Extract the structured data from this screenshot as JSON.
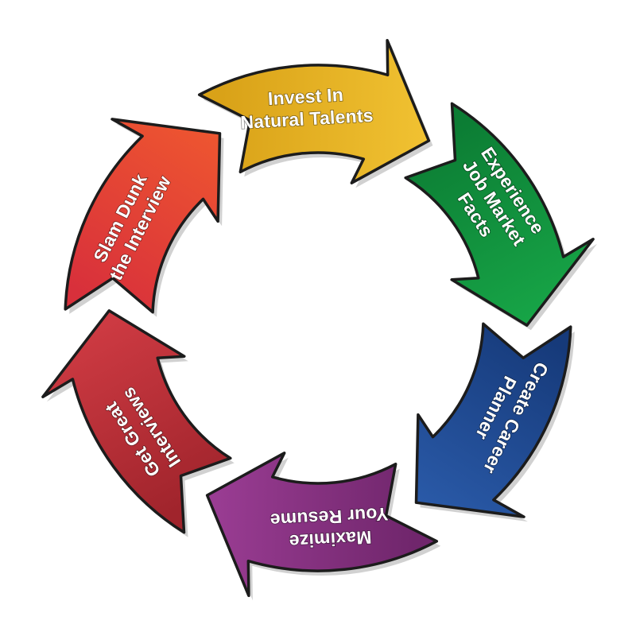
{
  "diagram": {
    "type": "cycle",
    "steps": [
      {
        "label_lines": [
          "Invest In",
          "Natural Talents"
        ],
        "color": "#f1c232",
        "color_dark": "#d9a218"
      },
      {
        "label_lines": [
          "Experience",
          "Job Market",
          "Facts"
        ],
        "color": "#17a547",
        "color_dark": "#0c7d34"
      },
      {
        "label_lines": [
          "Create Career",
          "Planner"
        ],
        "color": "#2a5aa8",
        "color_dark": "#163a7a"
      },
      {
        "label_lines": [
          "Maximize",
          "Your Resume"
        ],
        "color": "#9b3d94",
        "color_dark": "#70266c"
      },
      {
        "label_lines": [
          "Get Great",
          "Interviews"
        ],
        "color": "#cf3b43",
        "color_dark": "#a0242c"
      },
      {
        "label_lines": [
          "Slam Dunk",
          "the Interview"
        ],
        "color": "#ee5630",
        "color_dark": "#d8303b"
      }
    ]
  }
}
